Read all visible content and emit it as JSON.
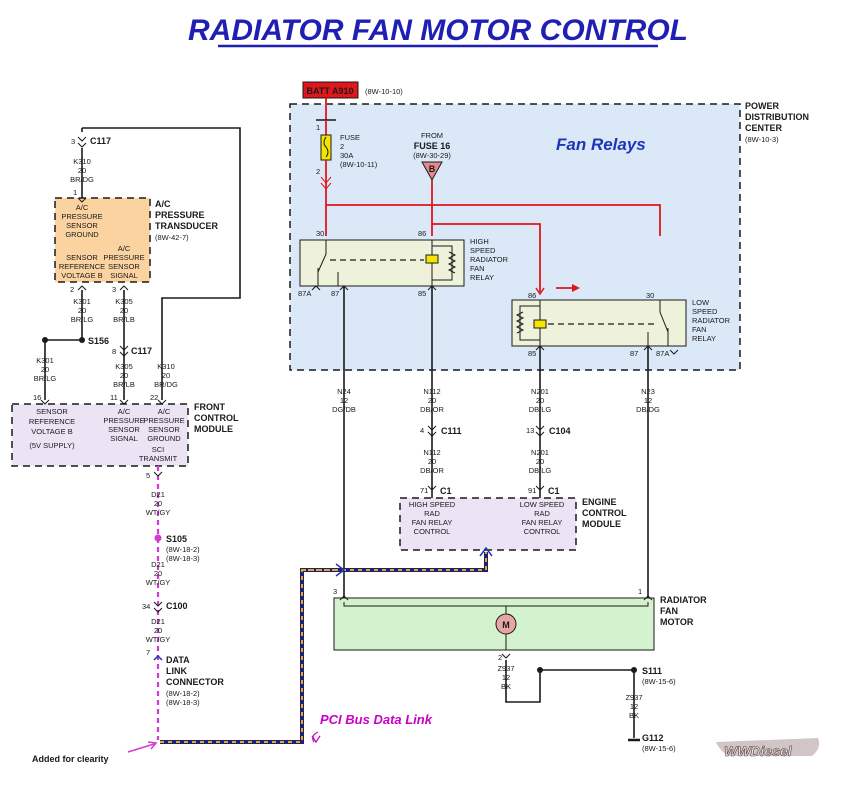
{
  "title": "RADIATOR FAN MOTOR CONTROL",
  "fan_relays_label": "Fan Relays",
  "pci_label": "PCI Bus Data Link",
  "clarity_note": "Added for clearity",
  "batt": {
    "label": "BATT A910",
    "ref": "(8W-10-10)"
  },
  "pdc": {
    "l1": "POWER",
    "l2": "DISTRIBUTION",
    "l3": "CENTER",
    "ref": "(8W-10-3)"
  },
  "fuse": {
    "label": "FUSE",
    "num": "2",
    "amps": "30A",
    "ref": "(8W-10-11)",
    "pin_in": "1",
    "pin_out": "2"
  },
  "from_fuse": {
    "from": "FROM",
    "name": "FUSE 16",
    "ref": "(8W-30-29)",
    "tag": "B"
  },
  "high_relay": {
    "l1": "HIGH",
    "l2": "SPEED",
    "l3": "RADIATOR",
    "l4": "FAN",
    "l5": "RELAY",
    "p30": "30",
    "p86": "86",
    "p87a": "87A",
    "p87": "87",
    "p85": "85"
  },
  "low_relay": {
    "l1": "LOW",
    "l2": "SPEED",
    "l3": "RADIATOR",
    "l4": "FAN",
    "l5": "RELAY",
    "p86": "86",
    "p30": "30",
    "p85": "85",
    "p87": "87",
    "p87a": "87A"
  },
  "c117_top": {
    "pin": "3",
    "name": "C117",
    "w1": "K310",
    "w2": "20",
    "w3": "BR/DG"
  },
  "transducer": {
    "pin1": "1",
    "pin2": "2",
    "pin3": "3",
    "g1": "A/C",
    "g2": "PRESSURE",
    "g3": "SENSOR",
    "g4": "GROUND",
    "r1": "SENSOR",
    "r2": "REFERENCE",
    "r3": "VOLTAGE B",
    "s1": "A/C",
    "s2": "PRESSURE",
    "s3": "SENSOR",
    "s4": "SIGNAL",
    "n1": "A/C",
    "n2": "PRESSURE",
    "n3": "TRANSDUCER",
    "ref": "(8W-42-7)"
  },
  "wires_mid": {
    "k301_a": "K301",
    "k301_b": "20",
    "k301_c": "BR/LG",
    "k305_a": "K305",
    "k305_b": "20",
    "k305_c": "BR/LB",
    "s156": "S156",
    "k301b_a": "K301",
    "k301b_b": "20",
    "k301b_c": "BR/LG",
    "c117_pin": "8",
    "c117_name": "C117",
    "k305b_a": "K305",
    "k305b_b": "20",
    "k305b_c": "BR/LB",
    "k310b_a": "K310",
    "k310b_b": "20",
    "k310b_c": "BR/DG"
  },
  "fcm": {
    "p16": "16",
    "p11": "11",
    "p22": "22",
    "r1": "SENSOR",
    "r2": "REFERENCE",
    "r3": "VOLTAGE B",
    "r4": "(5V SUPPLY)",
    "s1": "A/C",
    "s2": "PRESSURE",
    "s3": "SENSOR",
    "s4": "SIGNAL",
    "g1": "A/C",
    "g2": "PRESSURE",
    "g3": "SENSOR",
    "g4": "GROUND",
    "sci1": "SCI",
    "sci2": "TRANSMIT",
    "n1": "FRONT",
    "n2": "CONTROL",
    "n3": "MODULE"
  },
  "d21_chain": {
    "p5": "5",
    "a1": "D21",
    "a2": "20",
    "a3": "WT/GY",
    "s105": "S105",
    "s105_r1": "(8W-18-2)",
    "s105_r2": "(8W-18-3)",
    "b1": "D21",
    "b2": "20",
    "b3": "WT/GY",
    "p34": "34",
    "c100": "C100",
    "c1": "D21",
    "c2": "20",
    "c3": "WT/GY",
    "p7": "7",
    "dlc1": "DATA",
    "dlc2": "LINK",
    "dlc3": "CONNECTOR",
    "dlc_r1": "(8W-18-2)",
    "dlc_r2": "(8W-18-3)"
  },
  "pdc_wires": {
    "n24a": "N24",
    "n24b": "12",
    "n24c": "DG/DB",
    "n112a": "N112",
    "n112b": "20",
    "n112c": "DB/OR",
    "n201a": "N201",
    "n201b": "20",
    "n201c": "DB/LG",
    "n23a": "N23",
    "n23b": "12",
    "n23c": "DB/DG"
  },
  "connectors_mid": {
    "c111_pin": "4",
    "c111": "C111",
    "c104_pin": "13",
    "c104": "C104",
    "n112d": "N112",
    "n112e": "20",
    "n112f": "DB/OR",
    "n201d": "N201",
    "n201e": "20",
    "n201f": "DB/LG"
  },
  "ecm": {
    "p71": "71",
    "c1a": "C1",
    "p91": "91",
    "c1b": "C1",
    "h1": "HIGH SPEED",
    "h2": "RAD",
    "h3": "FAN RELAY",
    "h4": "CONTROL",
    "l1": "LOW SPEED",
    "l2": "RAD",
    "l3": "FAN RELAY",
    "l4": "CONTROL",
    "n1": "ENGINE",
    "n2": "CONTROL",
    "n3": "MODULE"
  },
  "motor": {
    "p3": "3",
    "p1": "1",
    "m": "M",
    "n1": "RADIATOR",
    "n2": "FAN",
    "n3": "MOTOR"
  },
  "ground": {
    "p2": "2",
    "z1": "Z937",
    "z2": "12",
    "z3": "BK",
    "s111": "S111",
    "s111_ref": "(8W-15-6)",
    "y1": "Z937",
    "y2": "12",
    "y3": "BK",
    "g112": "G112",
    "g112_ref": "(8W-15-6)"
  },
  "watermark": "WWDiesel",
  "colors": {
    "title": "#1f1fb4",
    "pdc_fill": "#dbe8f7",
    "relay_fill": "#eef2da",
    "transducer_fill": "#fbd3a0",
    "module_fill": "#ece3f5",
    "motor_fill": "#d5f2cf",
    "power": "#e0161b",
    "pci": "#f2a21a"
  }
}
